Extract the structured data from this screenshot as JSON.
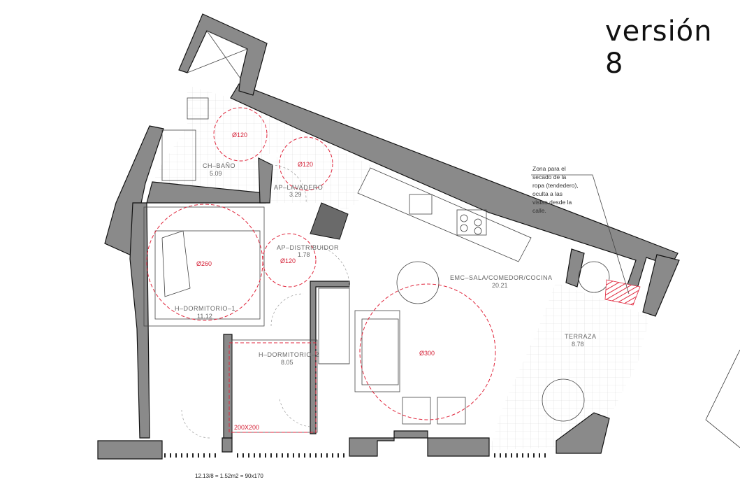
{
  "title": "versión 8",
  "rooms": [
    {
      "name": "CH–BAÑO",
      "area": "5.09"
    },
    {
      "name": "AP–LAVADERO",
      "area": "3.29"
    },
    {
      "name": "AP–DISTRIBUIDOR",
      "area": "1.78"
    },
    {
      "name": "H–DORMITORIO–1",
      "area": "11.12"
    },
    {
      "name": "H–DORMITORIO–2",
      "area": "8.05"
    },
    {
      "name": "EMC–SALA/COMEDOR/COCINA",
      "area": "20.21"
    },
    {
      "name": "TERRAZA",
      "area": "8.78"
    }
  ],
  "turning_circles": [
    "Ø120",
    "Ø120",
    "Ø120",
    "Ø260",
    "Ø300"
  ],
  "bed_label": "200X200",
  "note_lines": [
    "Zona para el",
    "secado de la",
    "ropa (tendedero),",
    "oculta a las",
    "vistas desde la",
    "calle."
  ],
  "footer": "12.13/8 = 1.52m2 = 90x170",
  "colors": {
    "wall": "#8a8a8a",
    "accent": "#e0263c",
    "line": "#444444"
  }
}
